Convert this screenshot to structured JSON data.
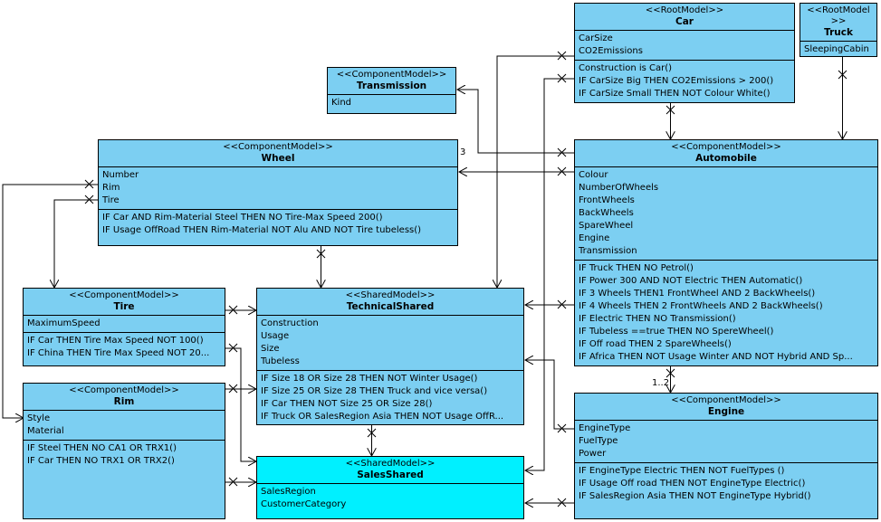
{
  "classes": {
    "car": {
      "stereotype": "<<RootModel>>",
      "name": "Car",
      "attrs": [
        "CarSize",
        "CO2Emissions"
      ],
      "ops": [
        "Construction is Car()",
        "IF CarSize Big THEN CO2Emissions > 200()",
        "IF CarSize Small THEN NOT Colour White()"
      ]
    },
    "truck": {
      "stereotype_line1": "<<RootModel",
      "stereotype_line2": ">>",
      "name": "Truck",
      "attrs": [
        "SleepingCabin"
      ]
    },
    "transmission": {
      "stereotype": "<<ComponentModel>>",
      "name": "Transmission",
      "attrs": [
        "Kind"
      ]
    },
    "wheel": {
      "stereotype": "<<ComponentModel>>",
      "name": "Wheel",
      "attrs": [
        "Number",
        "Rim",
        "Tire"
      ],
      "ops": [
        "IF Car AND Rim-Material Steel THEN NO Tire-Max Speed 200()",
        "IF Usage OffRoad THEN  Rim-Material NOT Alu AND NOT Tire tubeless()"
      ]
    },
    "automobile": {
      "stereotype": "<<ComponentModel>>",
      "name": "Automobile",
      "attrs": [
        "Colour",
        "NumberOfWheels",
        "FrontWheels",
        "BackWheels",
        "SpareWheel",
        "Engine",
        "Transmission"
      ],
      "ops": [
        "IF Truck THEN NO Petrol()",
        "IF Power 300 AND NOT Electric THEN Automatic()",
        "IF 3 Wheels THEN1 FrontWheel AND 2 BackWheels()",
        "IF 4 Wheels THEN 2 FrontWheels AND 2 BackWheels()",
        "IF Electric THEN NO Transmission()",
        "IF Tubeless ==true THEN NO SpereWheel()",
        "IF Off road THEN 2 SpareWheels()",
        "IF Africa THEN NOT Usage Winter AND NOT Hybrid AND Sp..."
      ]
    },
    "tire": {
      "stereotype": "<<ComponentModel>>",
      "name": "Tire",
      "attrs": [
        "MaximumSpeed"
      ],
      "ops": [
        "IF Car THEN Tire Max Speed NOT 100()",
        "IF China THEN Tire Max Speed NOT 20..."
      ]
    },
    "technical": {
      "stereotype": "<<SharedModel>>",
      "name": "TechnicalShared",
      "attrs": [
        "Construction",
        "Usage",
        "Size",
        "Tubeless"
      ],
      "ops": [
        "IF Size 18 OR Size 28 THEN NOT Winter Usage()",
        "IF Size 25 OR Size 28 THEN Truck and vice versa()",
        "IF Car THEN NOT Size 25 OR Size 28()",
        "IF Truck OR SalesRegion Asia THEN NOT Usage OffR..."
      ]
    },
    "rim": {
      "stereotype": "<<ComponentModel>>",
      "name": "Rim",
      "attrs": [
        "Style",
        "Material"
      ],
      "ops": [
        "IF Steel THEN NO CA1 OR TRX1()",
        "IF Car THEN NO TRX1 OR TRX2()"
      ]
    },
    "engine": {
      "stereotype": "<<ComponentModel>>",
      "name": "Engine",
      "attrs": [
        "EngineType",
        "FuelType",
        "Power"
      ],
      "ops": [
        "IF EngineType Electric THEN NOT FuelTypes ()",
        "IF Usage Off road THEN NOT EngineType Electric()",
        "IF SalesRegion Asia THEN NOT EngineType Hybrid()"
      ]
    },
    "sales": {
      "stereotype": "<<SharedModel>>",
      "name": "SalesShared",
      "attrs": [
        "SalesRegion",
        "CustomerCategory"
      ]
    }
  },
  "multiplicities": {
    "wheel_count": "3",
    "engine_count": "1..2"
  },
  "colors": {
    "class_fill": "#7ccff2",
    "highlight_fill": "#00f0ff",
    "stroke": "#000000"
  }
}
